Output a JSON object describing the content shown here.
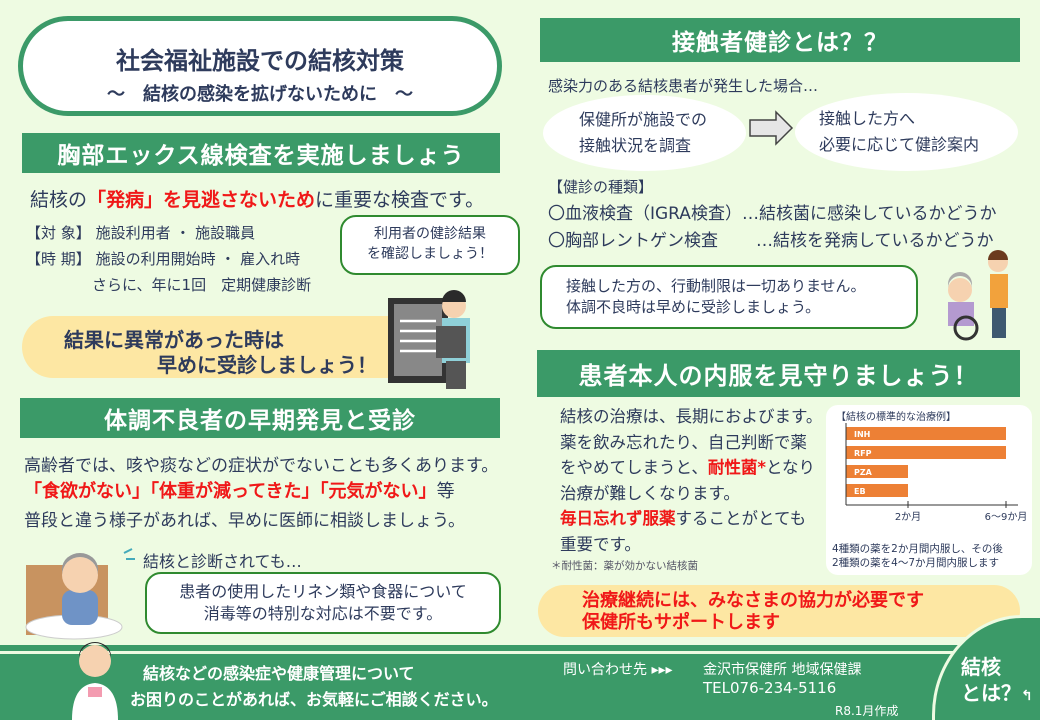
{
  "title": {
    "main": "社会福祉施設での結核対策",
    "sub": "～　結核の感染を拡げないために　～"
  },
  "xray": {
    "header": "胸部エックス線検査を実施しましょう",
    "lead_pre": "結核の",
    "lead_red": "「発病」を見逃さないため",
    "lead_post": "に重要な検査です。",
    "target_label": "【対 象】",
    "target": "施設利用者 ・ 施設職員",
    "timing_label": "【時 期】",
    "timing": "施設の利用開始時 ・ 雇入れ時",
    "timing2": "さらに、年に1回　定期健康診断",
    "bubble": [
      "利用者の健診結果",
      "を確認しましょう！"
    ],
    "pill": [
      "結果に異常があった時は",
      "早めに受診しましょう！"
    ]
  },
  "early": {
    "header": "体調不良者の早期発見と受診",
    "line1": "高齢者では、咳や痰などの症状がでないことも多くあります。",
    "line2_red": "「食欲がない」「体重が減ってきた」「元気がない」",
    "line2_post": "等",
    "line3": "普段と違う様子があれば、早めに医師に相談しましょう。",
    "note": "結核と診断されても…",
    "bubble": [
      "患者の使用したリネン類や食器について",
      "消毒等の特別な対応は不要です。"
    ]
  },
  "contact": {
    "header": "接触者健診とは？？",
    "intro": "感染力のある結核患者が発生した場合…",
    "step1": [
      "保健所が施設での",
      "接触状況を調査"
    ],
    "step2": [
      "接触した方へ",
      "必要に応じて健診案内"
    ],
    "types_label": "【健診の種類】",
    "types": [
      {
        "name": "〇血液検査（IGRA検査）",
        "desc": "…結核菌に感染しているかどうか"
      },
      {
        "name": "〇胸部レントゲン検査",
        "desc": "…結核を発病しているかどうか"
      }
    ],
    "bubble": [
      "接触した方の、行動制限は一切ありません。",
      "体調不良時は早めに受診しましょう。"
    ]
  },
  "medication": {
    "header": "患者本人の内服を見守りましょう！",
    "p1": "結核の治療は、長期におよびます。",
    "p2": "薬を飲み忘れたり、自己判断で薬",
    "p3_pre": "をやめてしまうと、",
    "p3_red": "耐性菌*",
    "p3_post": "となり",
    "p4": "治療が難しくなります。",
    "p5_red": "毎日忘れず服薬",
    "p5_post": "することがとても",
    "p6": "重要です。",
    "footnote": "＊耐性菌：薬が効かない結核菌",
    "pill": [
      "治療継続には、みなさまの協力が必要です",
      "保健所もサポートします"
    ]
  },
  "chart_data": {
    "type": "bar",
    "orientation": "horizontal",
    "title": "【結核の標準的な治療例】",
    "categories": [
      "INH",
      "RFP",
      "PZA",
      "EB"
    ],
    "values": [
      9,
      9,
      2,
      2
    ],
    "unit": "months",
    "ticks": [
      {
        "value": 2,
        "label": "2か月"
      },
      {
        "value": 9,
        "label": "6～9か月"
      }
    ],
    "caption": [
      "4種類の薬を2か月間内服し、その後",
      "2種類の薬を4～7か月間内服します"
    ],
    "bar_color": "#ed8035"
  },
  "footer": {
    "msg1": "結核などの感染症や健康管理について",
    "msg2": "お困りのことがあれば、お気軽にご相談ください。",
    "contact_label": "問い合わせ先 ▸▸▸",
    "office": "金沢市保健所 地域保健課",
    "tel": "TEL076-234-5116",
    "created": "R8.1月作成",
    "link1": "結核",
    "link2": "とは？"
  },
  "colors": {
    "green": "#3b9a68",
    "red": "#f01818",
    "yellow": "#fde7a3",
    "text": "#2e3b5c"
  }
}
